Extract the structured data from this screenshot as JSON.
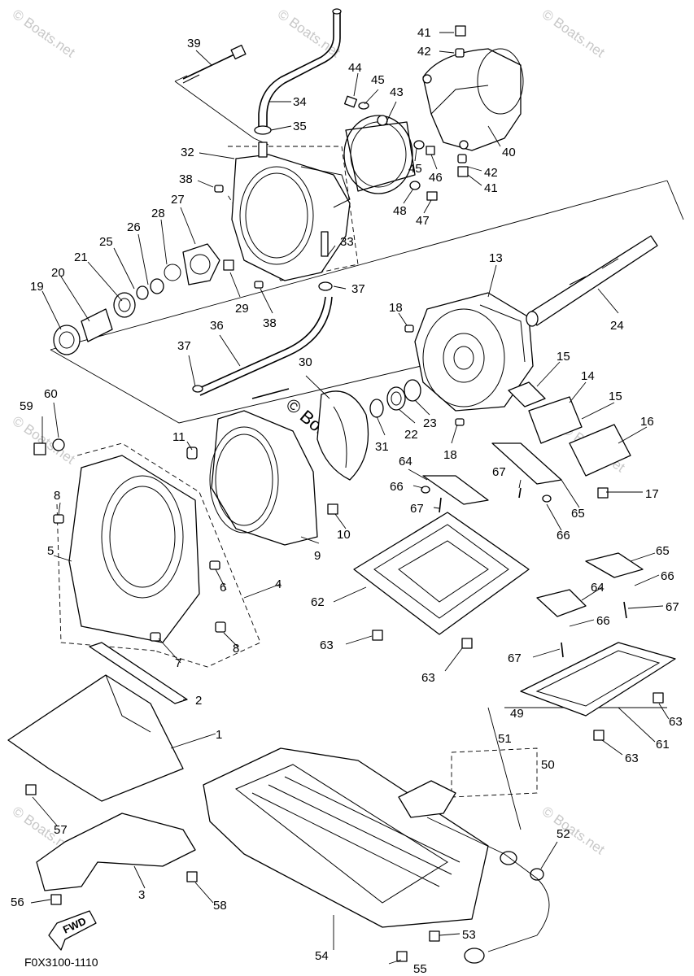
{
  "watermarks": {
    "small": "© Boats.net",
    "center": "© Boats.net"
  },
  "drawing_code": "F0X3100-1110",
  "arrow_label": "FWD",
  "callouts": {
    "c1": "1",
    "c2": "2",
    "c3": "3",
    "c4": "4",
    "c5": "5",
    "c6": "6",
    "c7": "7",
    "c8a": "8",
    "c8b": "8",
    "c9": "9",
    "c10": "10",
    "c11": "11",
    "c13": "13",
    "c14": "14",
    "c15a": "15",
    "c15b": "15",
    "c16": "16",
    "c17": "17",
    "c18a": "18",
    "c18b": "18",
    "c19": "19",
    "c20": "20",
    "c21": "21",
    "c22": "22",
    "c23": "23",
    "c24": "24",
    "c25": "25",
    "c26": "26",
    "c27": "27",
    "c28": "28",
    "c29": "29",
    "c30": "30",
    "c31": "31",
    "c32": "32",
    "c33": "33",
    "c34": "34",
    "c35": "35",
    "c36": "36",
    "c37a": "37",
    "c37b": "37",
    "c38a": "38",
    "c38b": "38",
    "c39": "39",
    "c40": "40",
    "c41a": "41",
    "c41b": "41",
    "c42a": "42",
    "c42b": "42",
    "c43": "43",
    "c44": "44",
    "c45a": "45",
    "c45b": "45",
    "c46": "46",
    "c47": "47",
    "c48": "48",
    "c49": "49",
    "c50": "50",
    "c51": "51",
    "c52": "52",
    "c53": "53",
    "c54": "54",
    "c55": "55",
    "c56": "56",
    "c57": "57",
    "c58": "58",
    "c59": "59",
    "c60": "60",
    "c61": "61",
    "c62": "62",
    "c63a": "63",
    "c63b": "63",
    "c63c": "63",
    "c63d": "63",
    "c64a": "64",
    "c64b": "64",
    "c65a": "65",
    "c65b": "65",
    "c66a": "66",
    "c66b": "66",
    "c66c": "66",
    "c66d": "66",
    "c67a": "67",
    "c67b": "67",
    "c67c": "67",
    "c67d": "67"
  }
}
